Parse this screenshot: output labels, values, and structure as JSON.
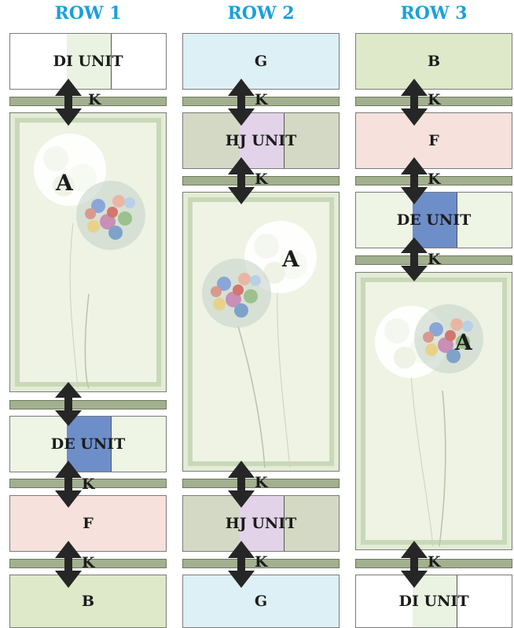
{
  "headers": [
    "ROW 1",
    "ROW 2",
    "ROW 3"
  ],
  "colors": {
    "header": "#1aa0dc",
    "b": "#dde9c9",
    "f": "#f6e1dd",
    "g": "#ddf0f6",
    "hj": "#d4d9c5",
    "hj_stripe": "#e2d3e8",
    "de": "#eef5e5",
    "de_stripe": "#6e8ec9",
    "di_stripe": "#eaf3e1",
    "k_bar": "#a3b08f"
  },
  "row1": {
    "di_unit": "DI UNIT",
    "k1": "K",
    "panel_a": "A",
    "de_unit": "DE UNIT",
    "k2": "K",
    "f": "F",
    "k3": "K",
    "b": "B"
  },
  "row2": {
    "g_top": "G",
    "k1": "K",
    "hj_unit_top": "HJ UNIT",
    "k2": "K",
    "panel_a": "A",
    "k3": "K",
    "hj_unit_bottom": "HJ UNIT",
    "k4": "K",
    "g_bottom": "G"
  },
  "row3": {
    "b": "B",
    "k1": "K",
    "f": "F",
    "k2": "K",
    "de_unit": "DE UNIT",
    "k3": "K",
    "panel_a": "A",
    "k4": "K",
    "di_unit": "DI UNIT"
  }
}
